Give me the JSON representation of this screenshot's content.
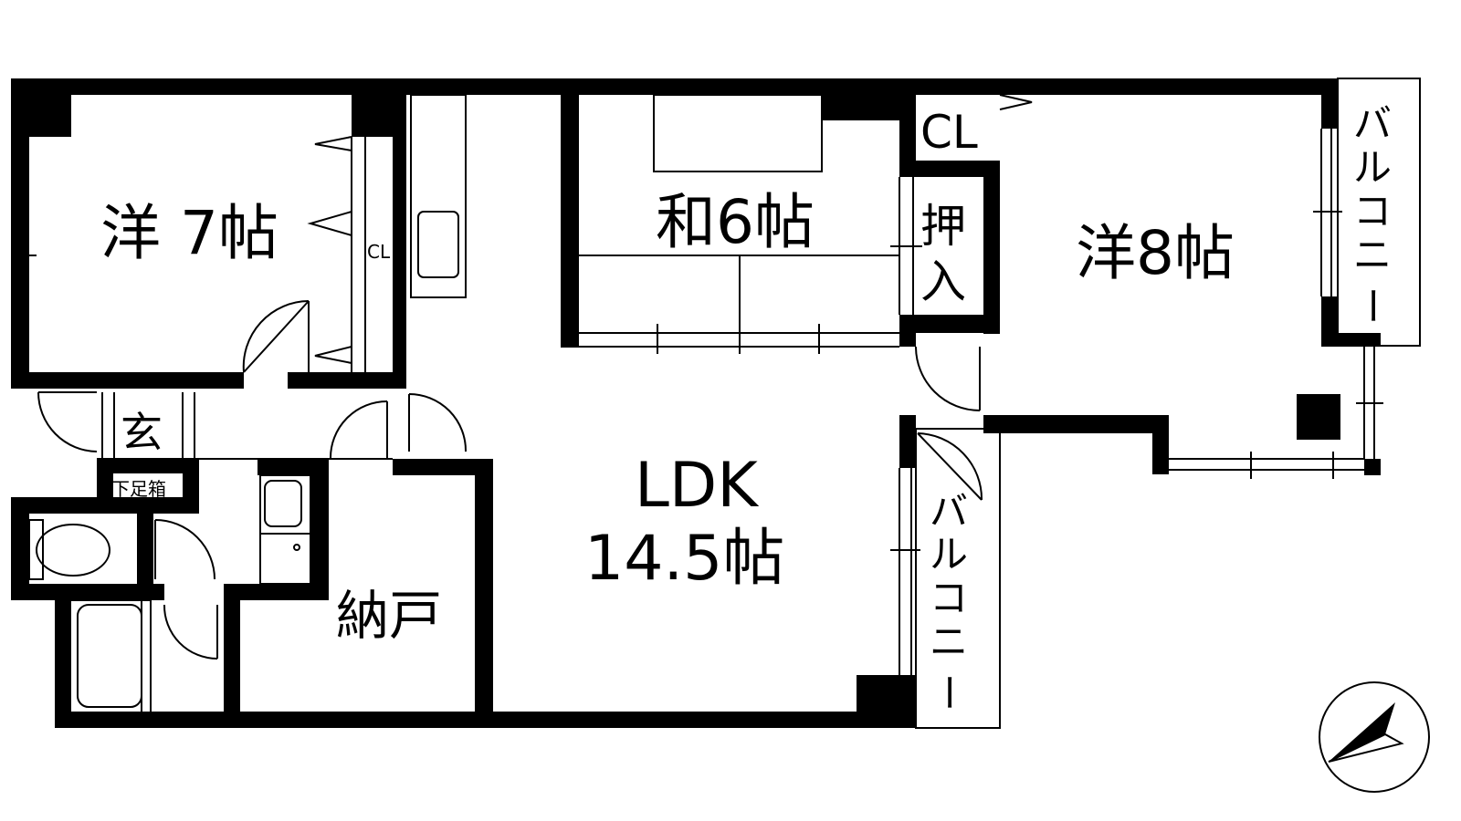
{
  "rooms": {
    "western_7": "洋 7帖",
    "japanese_6": "和6帖",
    "western_8": "洋8帖",
    "ldk_name": "LDK",
    "ldk_size": "14.5帖",
    "storage_room": "納戸",
    "entrance": "玄",
    "shoe_box": "下足箱"
  },
  "storage": {
    "cl_small": "CL",
    "cl_top": "CL",
    "oshiire_1": "押",
    "oshiire_2": "入"
  },
  "balcony": {
    "right": [
      "バ",
      "ル",
      "コ",
      "ニ",
      "ー"
    ],
    "middle": [
      "バ",
      "ル",
      "コ",
      "ニ",
      "ー"
    ]
  },
  "compass": {
    "icon": "north-arrow-icon"
  },
  "colors": {
    "wall": "#000000",
    "fixture_line": "#000000",
    "background": "#ffffff"
  }
}
